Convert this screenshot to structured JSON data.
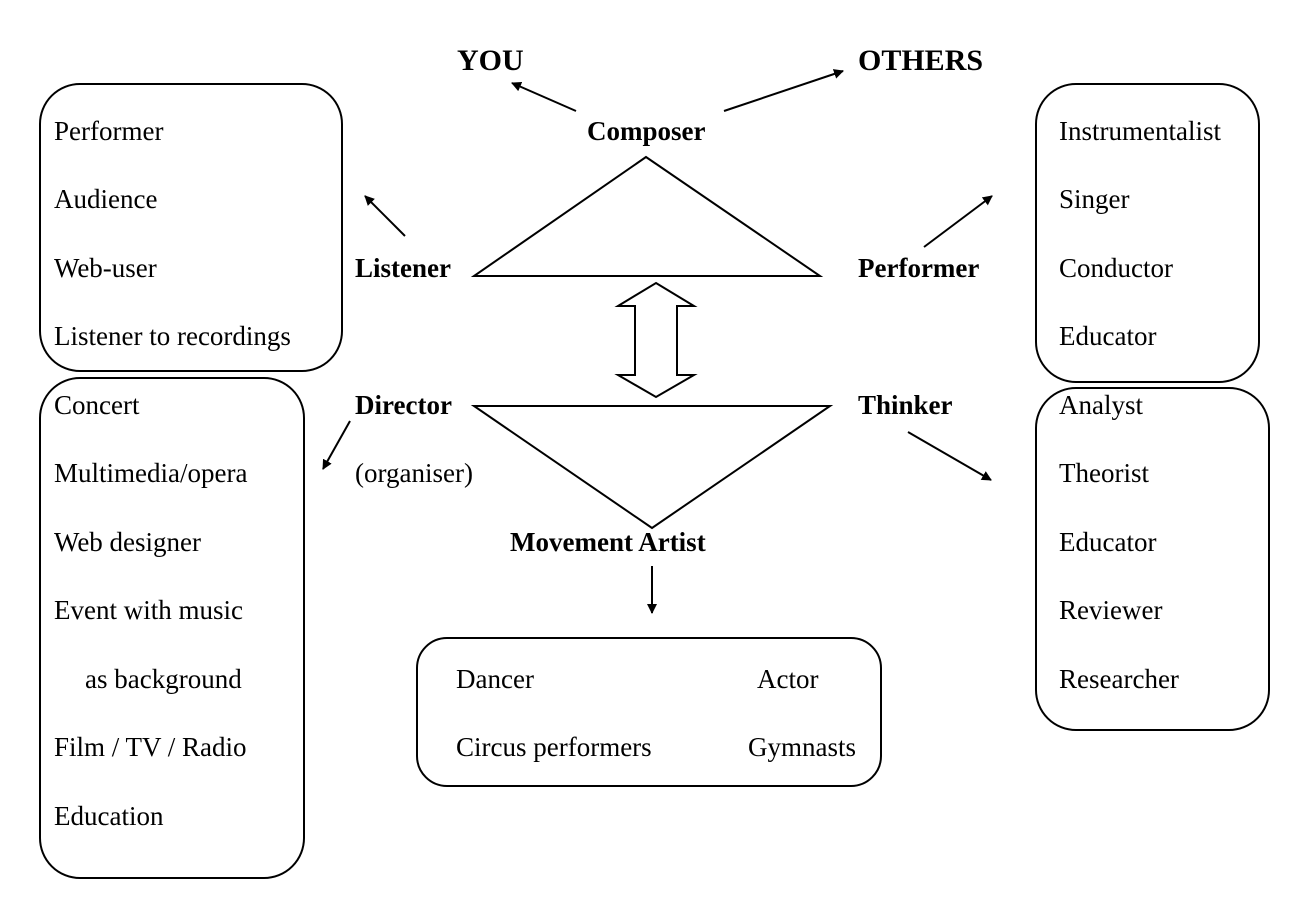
{
  "top": {
    "you": "YOU",
    "others": "OTHERS"
  },
  "roles": {
    "composer": "Composer",
    "listener": "Listener",
    "performer": "Performer",
    "director": "Director",
    "director_note": "(organiser)",
    "thinker": "Thinker",
    "movement_artist": "Movement Artist"
  },
  "listener_box": [
    "Performer",
    "Audience",
    "Web-user",
    "Listener to recordings"
  ],
  "performer_box": [
    "Instrumentalist",
    "Singer",
    "Conductor",
    "Educator"
  ],
  "director_box": [
    "Concert",
    "Multimedia/opera",
    "Web designer",
    "Event with music",
    "as background",
    "Film / TV / Radio",
    "Education"
  ],
  "thinker_box": [
    "Analyst",
    "Theorist",
    "Educator",
    "Reviewer",
    "Researcher"
  ],
  "movement_box": [
    "Dancer",
    "Actor",
    "Circus performers",
    "Gymnasts"
  ]
}
